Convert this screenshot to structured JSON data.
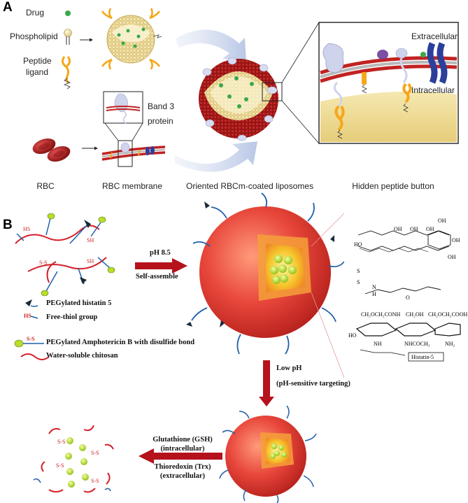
{
  "panels": {
    "a": "A",
    "b": "B"
  },
  "panel_a": {
    "legend": {
      "drug": "Drug",
      "phospholipid": "Phospholipid",
      "peptide_line1": "Peptide",
      "peptide_line2": "ligand"
    },
    "band3_line1": "Band 3",
    "band3_line2": "protein",
    "captions": {
      "rbc": "RBC",
      "rbc_membrane": "RBC membrane",
      "oriented": "Oriented RBCm-coated liposomes",
      "hidden": "Hidden peptide button"
    },
    "inset": {
      "extracellular": "Extracellular",
      "intracellular": "Intracellular"
    }
  },
  "panel_b": {
    "step1": {
      "line1": "pH 8.5",
      "line2": "Self-assemble"
    },
    "step2": {
      "line1": "Low pH",
      "line2": "(pH-sensitive targeting)"
    },
    "step3": {
      "line1": "Glutathione (GSH)",
      "line2": "(intracellular)",
      "line3": "Thioredoxin (Trx)",
      "line4": "(extracellular)"
    },
    "legend": [
      "PEGylated histatin 5",
      "Free-thiol group",
      "PEGylated Amphotericin B  with disulfide bond",
      "Water-soluble chitosan"
    ],
    "chem": {
      "histatin_box": "Histatin-5",
      "ch2och2conh": "CH₂OCH₂CONH",
      "ch2oh": "CH₂OH",
      "ch2och2cooh": "CH₂OCH₂COOH",
      "nhcoch3": "NHCOCH₃",
      "nh2": "NH₂",
      "nh": "NH",
      "ho": "HO",
      "oh": "OH",
      "o": "O",
      "s": "S",
      "n": "N",
      "h": "H"
    },
    "ss": "S-S",
    "sh": "SH",
    "hs": "HS"
  },
  "colors": {
    "arrow_red": "#b5121b",
    "chitosan_red": "#d4202a",
    "peg_blue": "#1f5fa8",
    "particle_red": "#e5483d",
    "core_yellow": "#f4d024",
    "ampb_green": "#b9dd2a",
    "rbc_red": "#b01818",
    "liposome_tan": "#e9d79a"
  }
}
